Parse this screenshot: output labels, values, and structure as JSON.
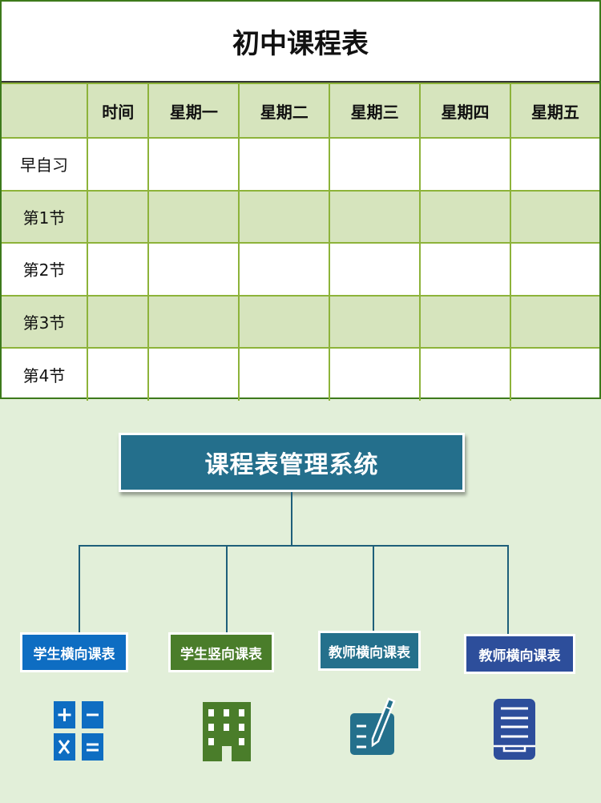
{
  "schedule": {
    "title": "初中课程表",
    "headers": [
      "",
      "时间",
      "星期一",
      "星期二",
      "星期三",
      "星期四",
      "星期五"
    ],
    "rows": [
      {
        "label": "早自习",
        "cells": [
          "",
          "",
          "",
          "",
          "",
          ""
        ]
      },
      {
        "label": "第1节",
        "cells": [
          "",
          "",
          "",
          "",
          "",
          ""
        ]
      },
      {
        "label": "第2节",
        "cells": [
          "",
          "",
          "",
          "",
          "",
          ""
        ]
      },
      {
        "label": "第3节",
        "cells": [
          "",
          "",
          "",
          "",
          "",
          ""
        ]
      },
      {
        "label": "第4节",
        "cells": [
          "",
          "",
          "",
          "",
          "",
          ""
        ]
      }
    ],
    "colors": {
      "border": "#8db33a",
      "shade": "#d6e4bd",
      "outer": "#3d7a1b"
    }
  },
  "diagram": {
    "root": {
      "label": "课程表管理系统",
      "color": "#246f8c"
    },
    "children": [
      {
        "label": "学生横向课表",
        "color": "#0e6dc2",
        "icon": "calculator-icon"
      },
      {
        "label": "学生竖向课表",
        "color": "#4a7d2a",
        "icon": "building-icon"
      },
      {
        "label": "教师横向课表",
        "color": "#24708c",
        "icon": "notepad-pen-icon"
      },
      {
        "label": "教师横向课表",
        "color": "#2d4e9b",
        "icon": "document-tray-icon"
      }
    ],
    "background": "#e2efd9"
  }
}
